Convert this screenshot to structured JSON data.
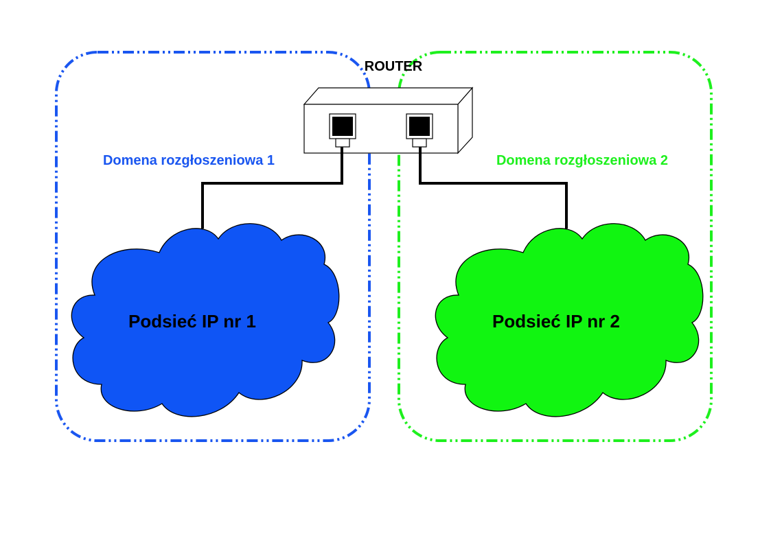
{
  "router": {
    "label": "ROUTER"
  },
  "domains": [
    {
      "label": "Domena rozgłoszeniowa 1",
      "color": "#1a56f0"
    },
    {
      "label": "Domena rozgłoszeniowa 2",
      "color": "#1ef01e"
    }
  ],
  "subnets": [
    {
      "label": "Podsieć IP nr 1",
      "color": "#0f55f5"
    },
    {
      "label": "Podsieć IP nr 2",
      "color": "#11f511"
    }
  ],
  "colors": {
    "cable": "#000000",
    "outline": "#000000",
    "text": "#000000"
  }
}
